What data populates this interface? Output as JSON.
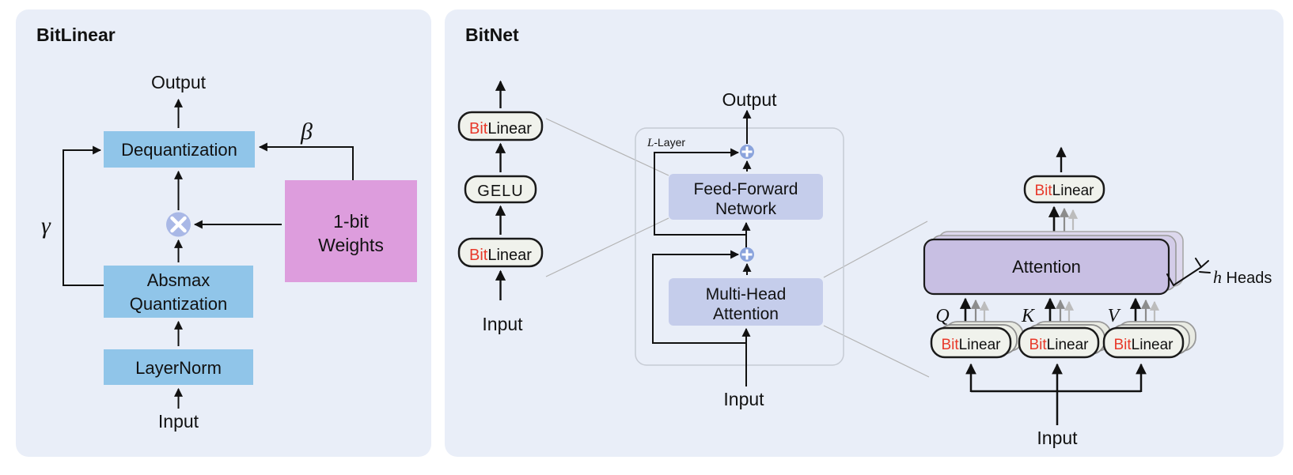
{
  "colors": {
    "panel_bg": "#e9eef8",
    "box_blue": "#90c5e9",
    "box_pink": "#dd9ddd",
    "box_lavender": "#c5cdeb",
    "attention_purple": "#c8bfe3",
    "add_circle": "#8aa3dc",
    "multiply_circle": "#a9b8e6",
    "bit_red": "#e8392a",
    "pill_bg": "#f0f2ec"
  },
  "bitlinear_panel": {
    "title": "BitLinear",
    "output": "Output",
    "dequantization": "Dequantization",
    "beta": "β",
    "gamma": "γ",
    "weights_line1": "1-bit",
    "weights_line2": "Weights",
    "absmax_line1": "Absmax",
    "absmax_line2": "Quantization",
    "layernorm": "LayerNorm",
    "input": "Input"
  },
  "bitnet_panel": {
    "title": "BitNet",
    "bit": "Bit",
    "linear": "Linear",
    "gelu": "GELU",
    "input": "Input",
    "output": "Output",
    "l_layer_l": "L",
    "l_layer_suffix": "-Layer",
    "ffn_line1": "Feed-Forward",
    "ffn_line2": "Network",
    "mha_line1": "Multi-Head",
    "mha_line2": "Attention",
    "attention": "Attention",
    "h": "h",
    "heads": " Heads",
    "q": "Q",
    "k": "K",
    "v": "V"
  }
}
